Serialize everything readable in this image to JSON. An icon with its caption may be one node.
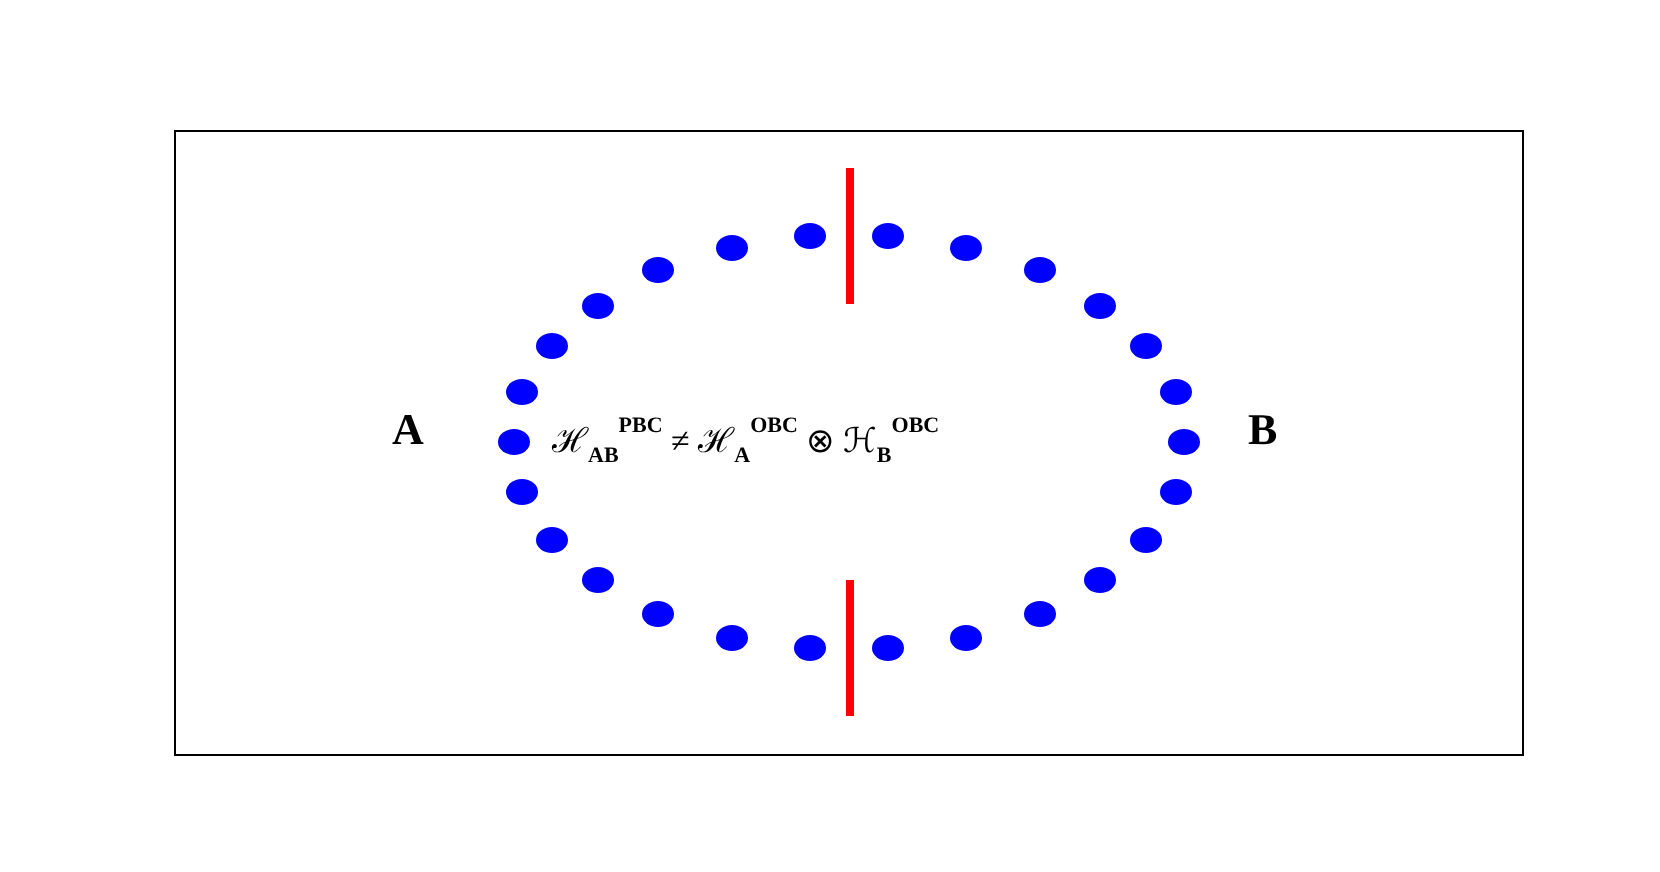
{
  "diagram": {
    "labels": [
      "A",
      "ℋ$_{AB}$$^{PBC}$ ≠ ℋ$_{A}$$^{OBC}$ ⊗ ℋ$_{B}$$^{OBC}$",
      "B"
    ]
  }
}
